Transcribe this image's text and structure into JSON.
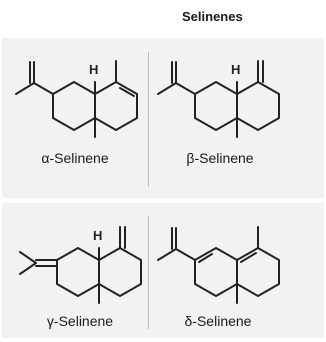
{
  "title": "Selinenes",
  "molecules": [
    {
      "label": "α-Selinene",
      "h_label": "H"
    },
    {
      "label": "β-Selinene",
      "h_label": "H"
    },
    {
      "label": "γ-Selinene",
      "h_label": "H"
    },
    {
      "label": "δ-Selinene"
    }
  ]
}
